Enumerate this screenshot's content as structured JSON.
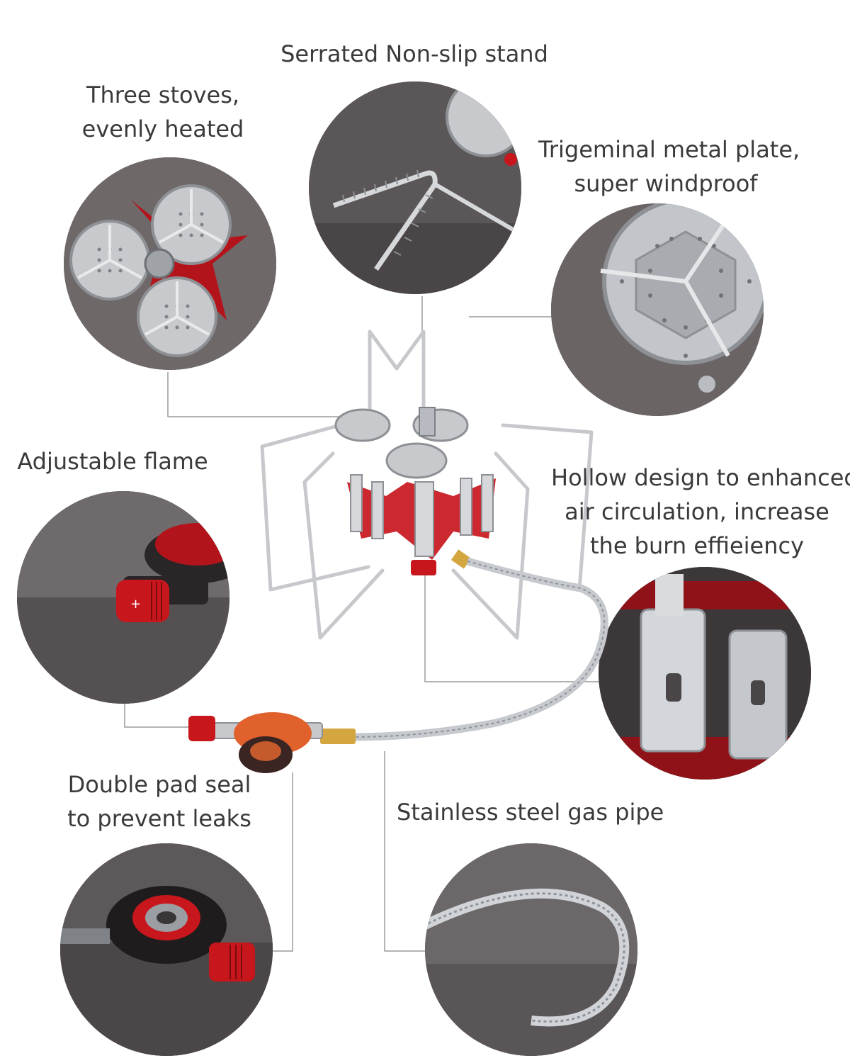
{
  "labels": {
    "serrated_stand": "Serrated Non-slip stand",
    "three_stoves_line1": "Three stoves,",
    "three_stoves_line2": "evenly heated",
    "trigeminal_line1": "Trigeminal metal plate,",
    "trigeminal_line2": "super windproof",
    "adjustable_flame": "Adjustable flame",
    "hollow_line1": "Hollow design to enhanced",
    "hollow_line2": "air circulation, increase",
    "hollow_line3": "the burn effieiency",
    "double_pad_line1": "Double pad seal",
    "double_pad_line2": "to prevent leaks",
    "gas_pipe": "Stainless steel gas pipe"
  },
  "colors": {
    "text": "#3a3a3a",
    "leader_line": "#9a9a9a",
    "accent_red": "#c8161d",
    "steel": "#c9ccd0",
    "brass": "#d4a640",
    "background": "#ffffff"
  }
}
